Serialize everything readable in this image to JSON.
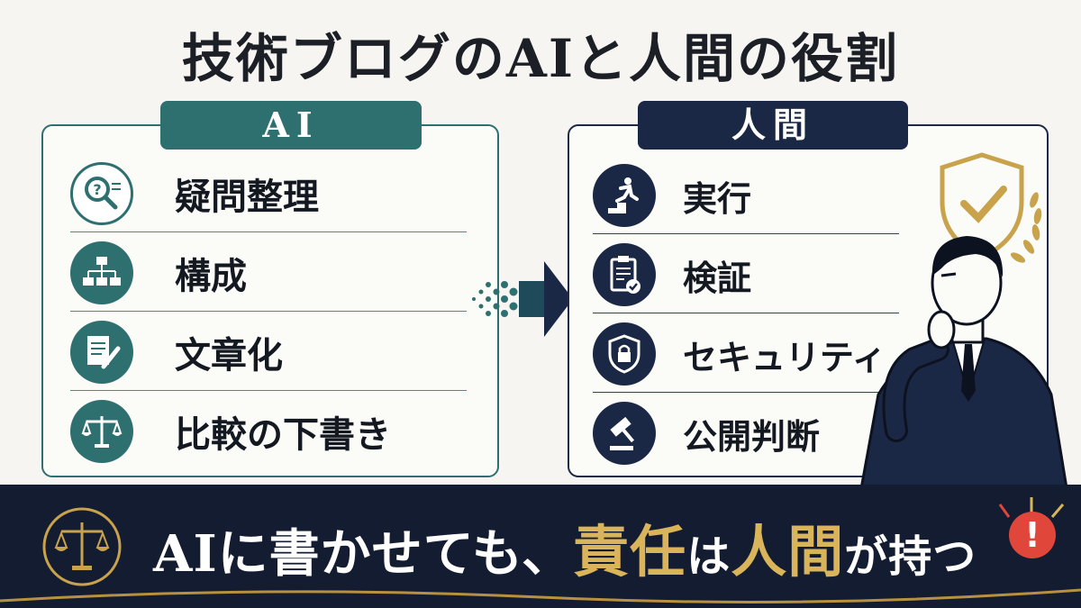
{
  "title": "技術ブログのAIと人間の役割",
  "ai_panel": {
    "header": "AI",
    "items": [
      {
        "label": "疑問整理",
        "icon": "question-magnifier-icon"
      },
      {
        "label": "構成",
        "icon": "hierarchy-icon"
      },
      {
        "label": "文章化",
        "icon": "document-pen-icon"
      },
      {
        "label": "比較の下書き",
        "icon": "balance-scale-icon"
      }
    ]
  },
  "human_panel": {
    "header": "人間",
    "items": [
      {
        "label": "実行",
        "icon": "running-stairs-icon"
      },
      {
        "label": "検証",
        "icon": "clipboard-check-icon"
      },
      {
        "label": "セキュリティ",
        "icon": "shield-lock-icon"
      },
      {
        "label": "公開判断",
        "icon": "gavel-icon"
      }
    ]
  },
  "banner": {
    "part1": "AIに書かせても、",
    "part2": "責任",
    "part3": "は",
    "part4": "人間",
    "part5": "が持つ"
  },
  "colors": {
    "ai_accent": "#2e6f70",
    "human_accent": "#1b2845",
    "gold": "#d9b45a",
    "alert": "#e0463a"
  }
}
